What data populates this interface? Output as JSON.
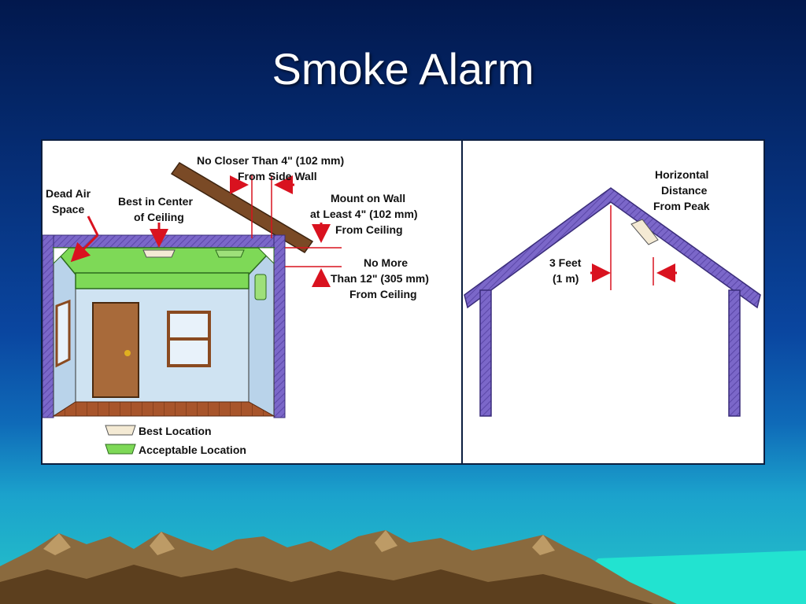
{
  "slide": {
    "title": "Smoke Alarm"
  },
  "colors": {
    "background_top": "#02184d",
    "background_bottom": "#25c4c8",
    "wall_purple": "#7b67c9",
    "ceiling_green": "#7ed957",
    "room_blue": "#cfe3f2",
    "floor_brown": "#a8552b",
    "arrow_red": "#d9121f"
  },
  "diagram": {
    "left_panel": {
      "labels": {
        "dead_air_space": [
          "Dead Air",
          "Space"
        ],
        "best_center": [
          "Best in Center",
          "of Ceiling"
        ],
        "no_closer": [
          "No Closer Than 4\" (102 mm)",
          "From Side Wall"
        ],
        "mount_on_wall": [
          "Mount on Wall",
          "at Least  4\" (102 mm)",
          "From Ceiling"
        ],
        "no_more": [
          "No More",
          "Than 12\" (305 mm)",
          "From Ceiling"
        ]
      },
      "legend": {
        "best": "Best Location",
        "acceptable": "Acceptable Location"
      }
    },
    "right_panel": {
      "labels": {
        "horizontal_distance": [
          "Horizontal",
          "Distance",
          "From Peak"
        ],
        "three_feet": [
          "3 Feet",
          "(1 m)"
        ]
      }
    }
  }
}
